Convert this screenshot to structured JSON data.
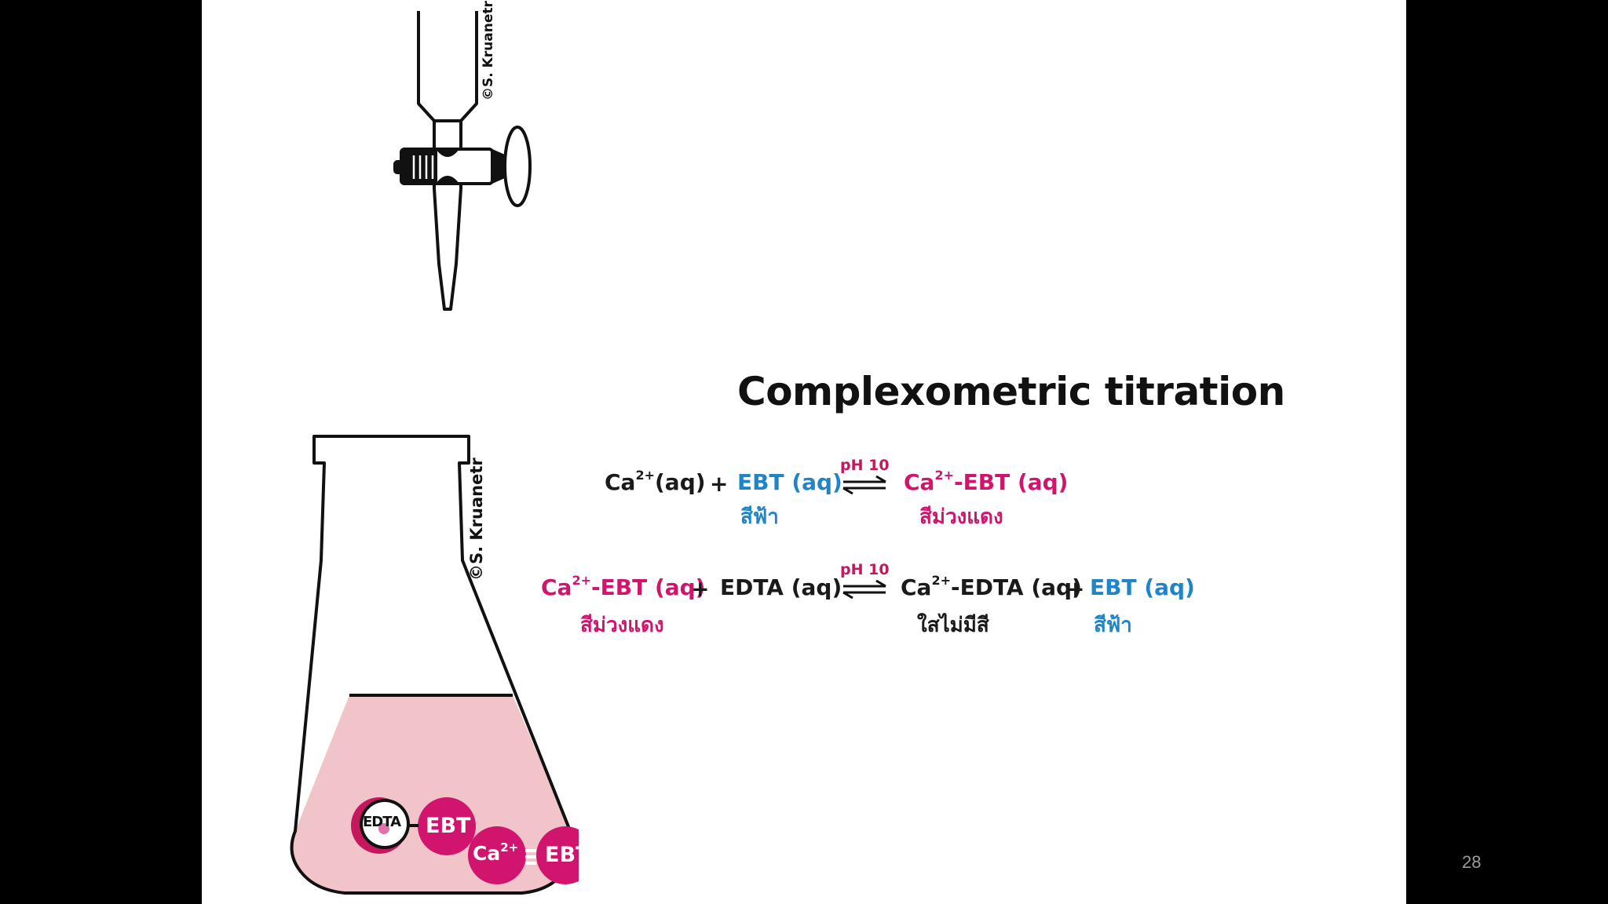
{
  "slide": {
    "title": "Complexometric titration",
    "copyright_burette": "©S. Kruanetr",
    "copyright_flask": "©S. Kruanetr"
  },
  "reaction1": {
    "condition": "pH 10",
    "reactant1": {
      "symbol": "Ca",
      "charge": "2+",
      "state": "(aq)"
    },
    "plus": "+",
    "reactant2": "EBT (aq)",
    "reactant2_color_note": "สีฟ้า",
    "product": {
      "symbol": "Ca",
      "charge": "2+",
      "rest": "-EBT (aq)"
    },
    "product_color_note": "สีม่วงแดง"
  },
  "reaction2": {
    "condition": "pH 10",
    "reactant1": {
      "symbol": "Ca",
      "charge": "2+",
      "rest": "-EBT (aq)"
    },
    "reactant1_color_note": "สีม่วงแดง",
    "plus1": "+",
    "reactant2": "EDTA (aq)",
    "product1": {
      "symbol": "Ca",
      "charge": "2+",
      "rest": "-EDTA (aq)"
    },
    "product1_color_note": "ใสไม่มีสี",
    "plus2": "+",
    "product2": "EBT (aq)",
    "product2_color_note": "สีฟ้า"
  },
  "flask_molecules": {
    "edta": "EDTA",
    "ebt1": "EBT",
    "ca": "Ca",
    "ca_charge": "2+",
    "ebt2": "EBT"
  },
  "page_number": "28",
  "colors": {
    "background": "#000000",
    "slide": "#ffffff",
    "blue_text": "#1f85c6",
    "magenta_text": "#d1146e",
    "solution_pink": "#f0c4c8",
    "molecule_magenta": "#d1146e"
  }
}
